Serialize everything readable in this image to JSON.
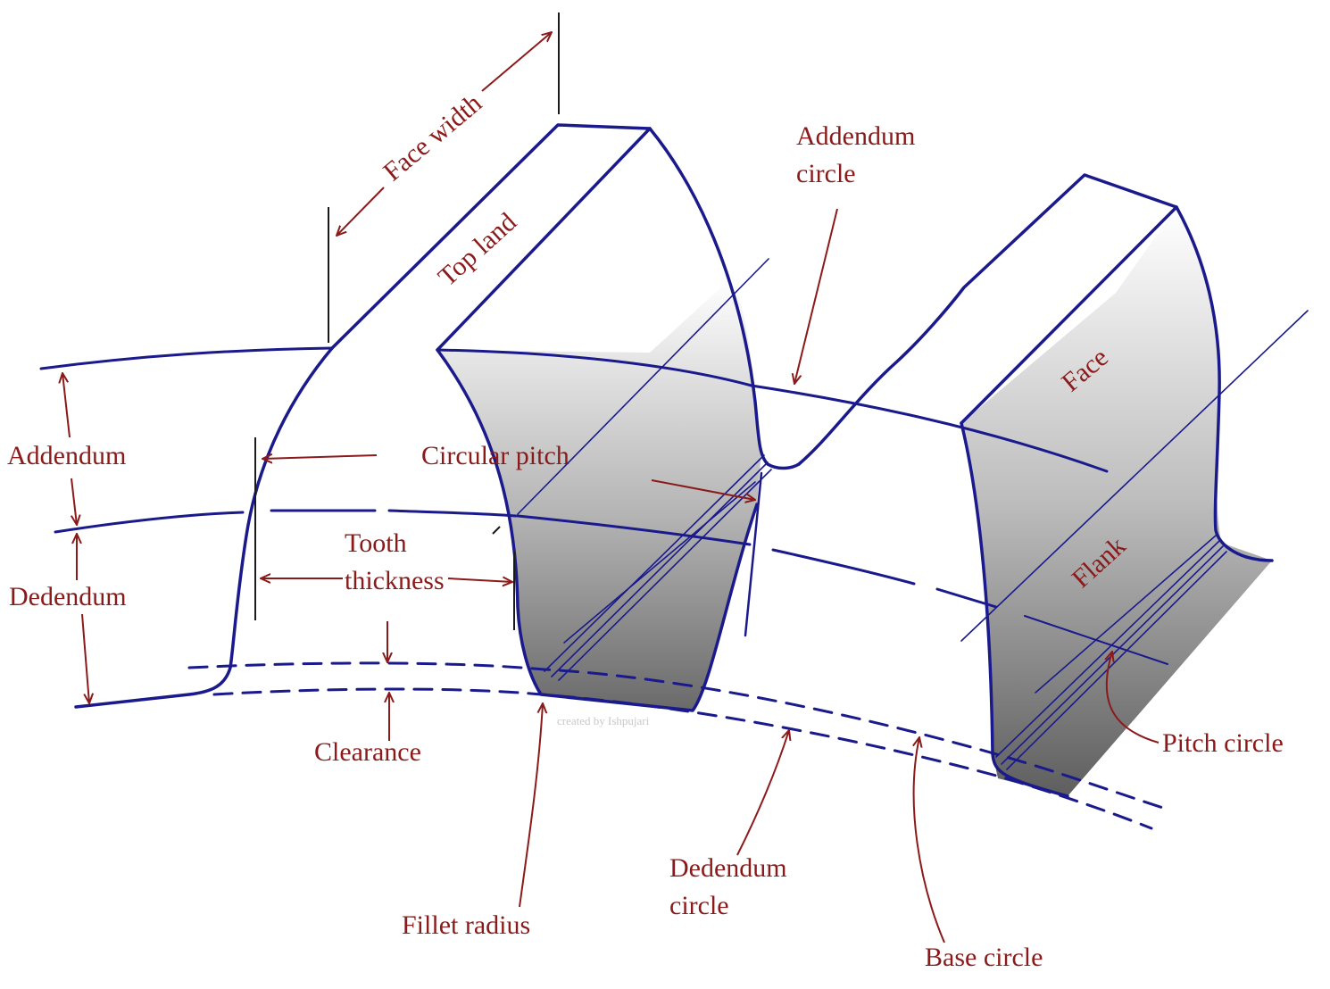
{
  "colors": {
    "gear_line": "#1a1a8c",
    "label": "#8b1a1a",
    "background": "#ffffff",
    "shade_light": "#ffffff",
    "shade_dark": "#6e6e6e"
  },
  "labels": {
    "face_width": "Face width",
    "top_land": "Top land",
    "addendum_circle_1": "Addendum",
    "addendum_circle_2": "circle",
    "face": "Face",
    "addendum": "Addendum",
    "circular_pitch": "Circular pitch",
    "dedendum": "Dedendum",
    "tooth_thickness_1": "Tooth",
    "tooth_thickness_2": "thickness",
    "flank": "Flank",
    "clearance": "Clearance",
    "pitch_circle": "Pitch circle",
    "dedendum_circle_1": "Dedendum",
    "dedendum_circle_2": "circle",
    "fillet_radius": "Fillet radius",
    "base_circle": "Base circle"
  },
  "watermark": "created by Ishpujari"
}
